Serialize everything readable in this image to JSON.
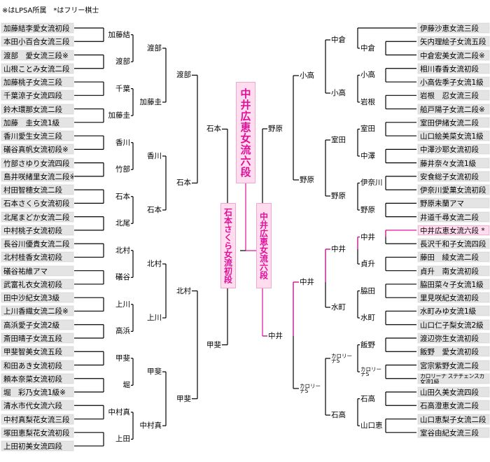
{
  "note": "※はLPSA所属　*はフリー棋士",
  "colors": {
    "highlight": "#e0109a",
    "line": "#000000",
    "box": "#e4e4e4",
    "highlight_box": "#ffdcee"
  },
  "left": {
    "players": [
      "加藤結李愛女流初段",
      "本田小百合女流三段",
      "渡部　愛女流三段※",
      "山根ことみ女流二段",
      "加藤桃子女流三段",
      "千葉涼子女流四段",
      "鈴木環那女流二段",
      "加藤　圭女流1級",
      "香川愛生女流三段",
      "礒谷真帆女流初段※",
      "竹部さゆり女流四段",
      "島井咲緒里女流二段※",
      "村田智穂女流二段",
      "石本さくら女流初段",
      "北尾まどか女流二段",
      "中村桃子女流初段",
      "長谷川優貴女流二段",
      "北村桂香女流初段",
      "礒谷祐維アマ",
      "武富礼衣女流初段",
      "田中沙紀女流3級",
      "上川香織女流二段※",
      "高浜愛子女流2級",
      "斎田晴子女流五段",
      "甲斐智美女流五段",
      "和田あき女流初段",
      "頼本奈菜女流初段",
      "堀　彩乃女流1級※",
      "清水市代女流六段",
      "中村真梨花女流三段",
      "塚田恵梨花女流初段",
      "上田初美女流四段"
    ],
    "round1": [
      "加藤結",
      "渡部",
      "千葉",
      "加藤圭",
      "香川",
      "竹部",
      "石本",
      "北尾",
      "北村",
      "礒谷",
      "上川",
      "高浜",
      "甲斐",
      "堀",
      "中村真",
      "上田"
    ],
    "round2": [
      "渡部",
      "加藤圭",
      "香川",
      "石本",
      "北村",
      "上川",
      "甲斐",
      "中村真"
    ],
    "round3": [
      "渡部",
      "石本",
      "北村",
      "甲斐"
    ],
    "round4": [
      "石本",
      "甲斐"
    ]
  },
  "right": {
    "players": [
      "伊藤沙恵女流三段",
      "矢内理絵子女流五段",
      "中倉宏美女流二段※",
      "相川春香女流初段",
      "小高佐季子女流1級",
      "岩根　忍女流三段",
      "船戸陽子女流二段※",
      "室田伊緒女流二段",
      "山口絵美菜女流1級",
      "中澤沙耶女流初段",
      "藤井奈々女流1級",
      "安食総子女流初段",
      "伊奈川愛菓女流初段",
      "野原未蘭アマ",
      "井道千尋女流二段",
      "中井広恵女流六段 *",
      "長沢千和子女流四段",
      "藤田　綾女流二段",
      "貞升　南女流初段",
      "脇田菜々子女流1級",
      "里見咲紀女流初段",
      "水町みゆ女流1級",
      "山口仁子梨女流2級",
      "渡辺弥生女流初段",
      "飯野　愛女流初段",
      "宮宗紫野女流二段",
      "カロリーナ ステチェンスカ 女流1級",
      "山田久美女流四段",
      "石高澄恵女流二段",
      "山口恵梨子女流二段",
      "室谷由紀女流三段"
    ],
    "round1": [
      "中倉",
      "小高",
      "岩根",
      "室田",
      "中澤",
      "伊奈川",
      "野原",
      "中井",
      "貞升",
      "脇田",
      "水町",
      "飯野",
      "カロリーナS",
      "石高",
      "山口恵"
    ],
    "round2": [
      "中倉",
      "小高",
      "室田",
      "野原",
      "中井",
      "水町",
      "カロリーナS",
      "石高"
    ],
    "round3": [
      "小高",
      "野原",
      "中井",
      "カロリーナS"
    ],
    "round4": [
      "野原",
      "中井"
    ]
  },
  "final": {
    "left_finalist": "石本さくら女流初段",
    "right_finalist": "中井広恵女流六段",
    "champion": "中井広恵女流六段"
  }
}
